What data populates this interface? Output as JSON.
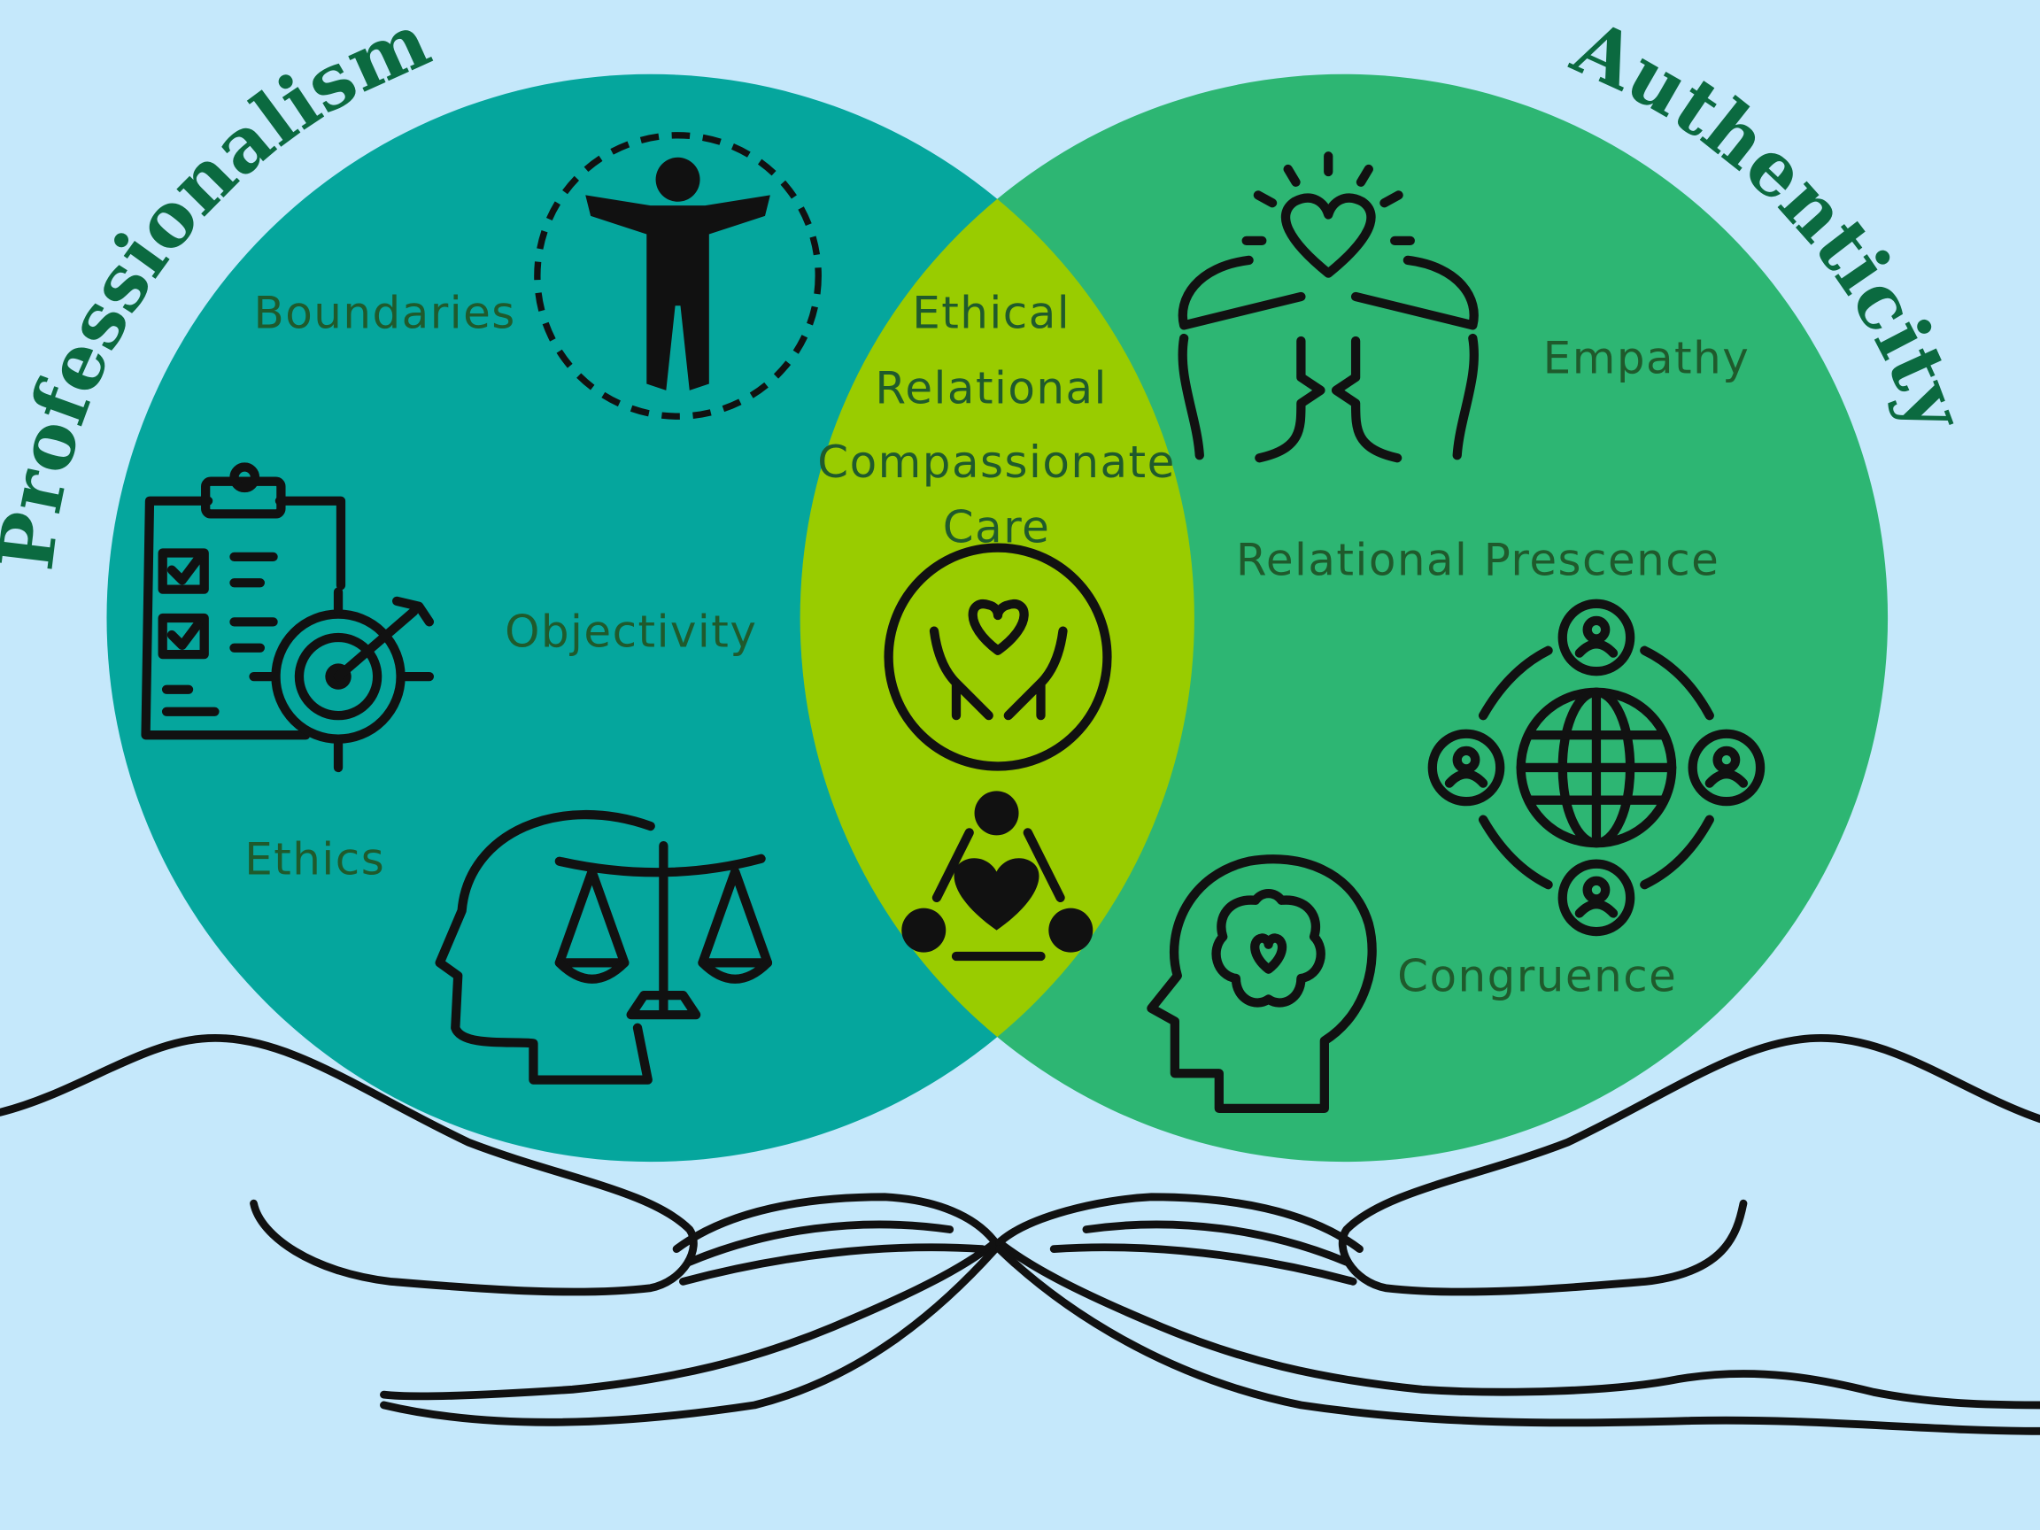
{
  "titles": {
    "left": "Professionalism",
    "right": "Authenticity"
  },
  "left_items": [
    "Boundaries",
    "Objectivity",
    "Ethics"
  ],
  "center_items": [
    "Ethical",
    "Relational",
    "Compassionate",
    "Care"
  ],
  "right_items": [
    "Empathy",
    "Relational Prescence",
    "Congruence"
  ],
  "colors": {
    "background": "#c5e8fb",
    "left_circle": "#05a69d",
    "right_circle": "#2db673",
    "overlap": "#99cc00",
    "title": "#0b6a40",
    "label": "#1f5a2c"
  }
}
